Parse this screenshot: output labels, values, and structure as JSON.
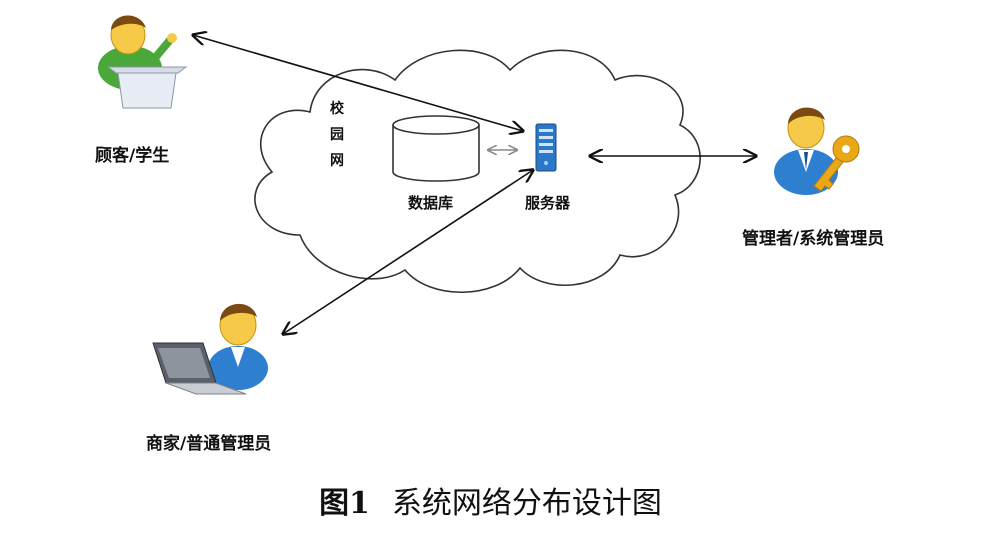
{
  "labels": {
    "customer": "顾客/学生",
    "admin": "管理者/系统管理员",
    "merchant": "商家/普通管理员",
    "campus_net": "校园网",
    "database": "数据库",
    "server": "服务器"
  },
  "caption": {
    "number": "图1",
    "text": "系统网络分布设计图"
  },
  "colors": {
    "skin": "#f7c948",
    "hair": "#7a4a12",
    "shirt_green": "#4aa83a",
    "suit_blue": "#2f7fd0",
    "server_blue": "#2b78c8",
    "key_gold": "#e9a817",
    "arrow": "#111111",
    "cloud_stroke": "#333333"
  },
  "icons": [
    "presenter-person-icon",
    "admin-person-key-icon",
    "laptop-person-icon",
    "database-icon",
    "server-icon"
  ]
}
